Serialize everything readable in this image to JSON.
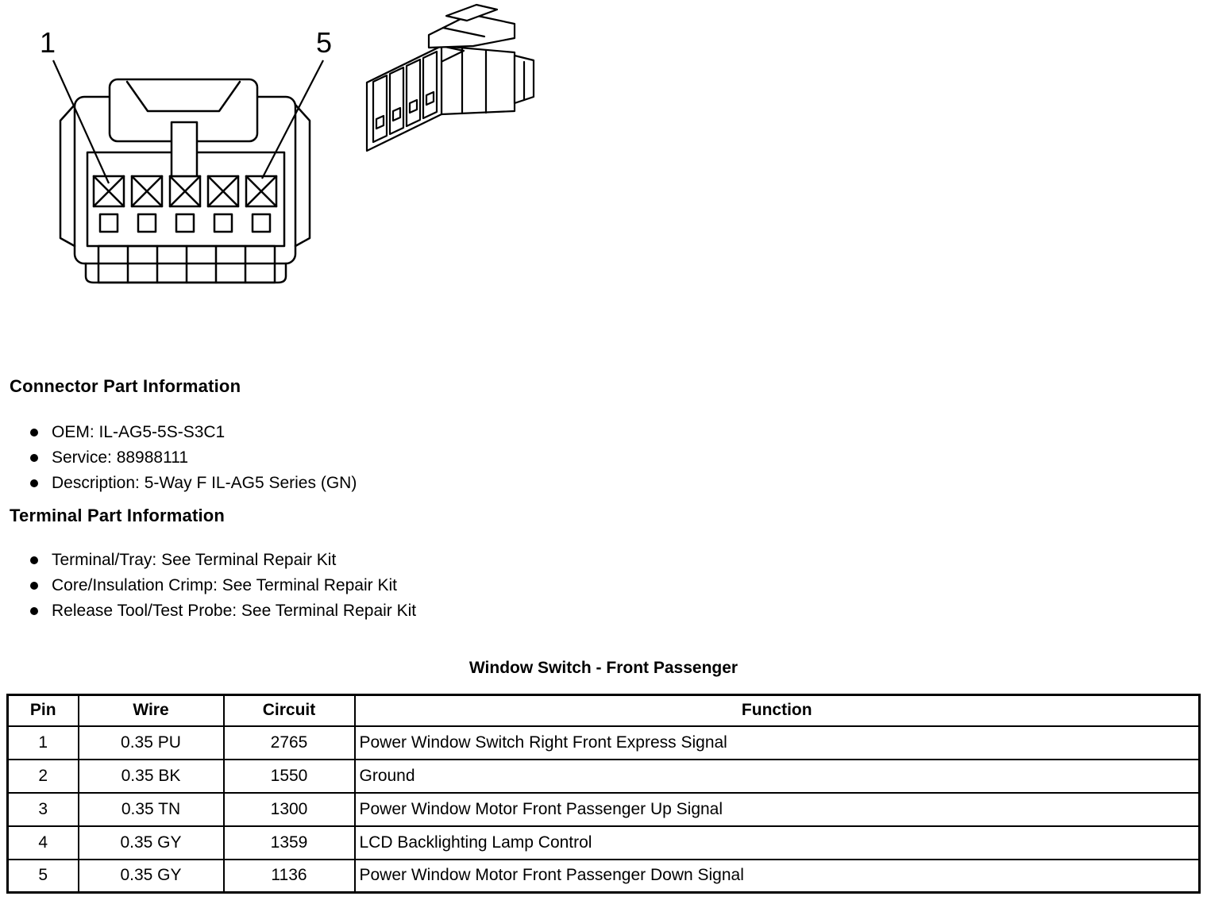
{
  "colors": {
    "ink": "#000000",
    "background": "#ffffff"
  },
  "diagram": {
    "pin_label_1": "1",
    "pin_label_5": "5"
  },
  "connector_part_information": {
    "heading": "Connector Part Information",
    "items": [
      "OEM: IL-AG5-5S-S3C1",
      "Service: 88988111",
      "Description: 5-Way F IL-AG5 Series (GN)"
    ]
  },
  "terminal_part_information": {
    "heading": "Terminal Part Information",
    "items": [
      "Terminal/Tray: See Terminal Repair Kit",
      "Core/Insulation Crimp: See Terminal Repair Kit",
      "Release Tool/Test Probe: See Terminal Repair Kit"
    ]
  },
  "table": {
    "title": "Window Switch - Front Passenger",
    "headers": [
      "Pin",
      "Wire",
      "Circuit",
      "Function"
    ],
    "rows": [
      [
        "1",
        "0.35 PU",
        "2765",
        "Power Window Switch Right Front Express Signal"
      ],
      [
        "2",
        "0.35 BK",
        "1550",
        "Ground"
      ],
      [
        "3",
        "0.35 TN",
        "1300",
        "Power Window Motor Front Passenger Up Signal"
      ],
      [
        "4",
        "0.35 GY",
        "1359",
        "LCD Backlighting Lamp Control"
      ],
      [
        "5",
        "0.35 GY",
        "1136",
        "Power Window Motor Front Passenger Down Signal"
      ]
    ]
  }
}
